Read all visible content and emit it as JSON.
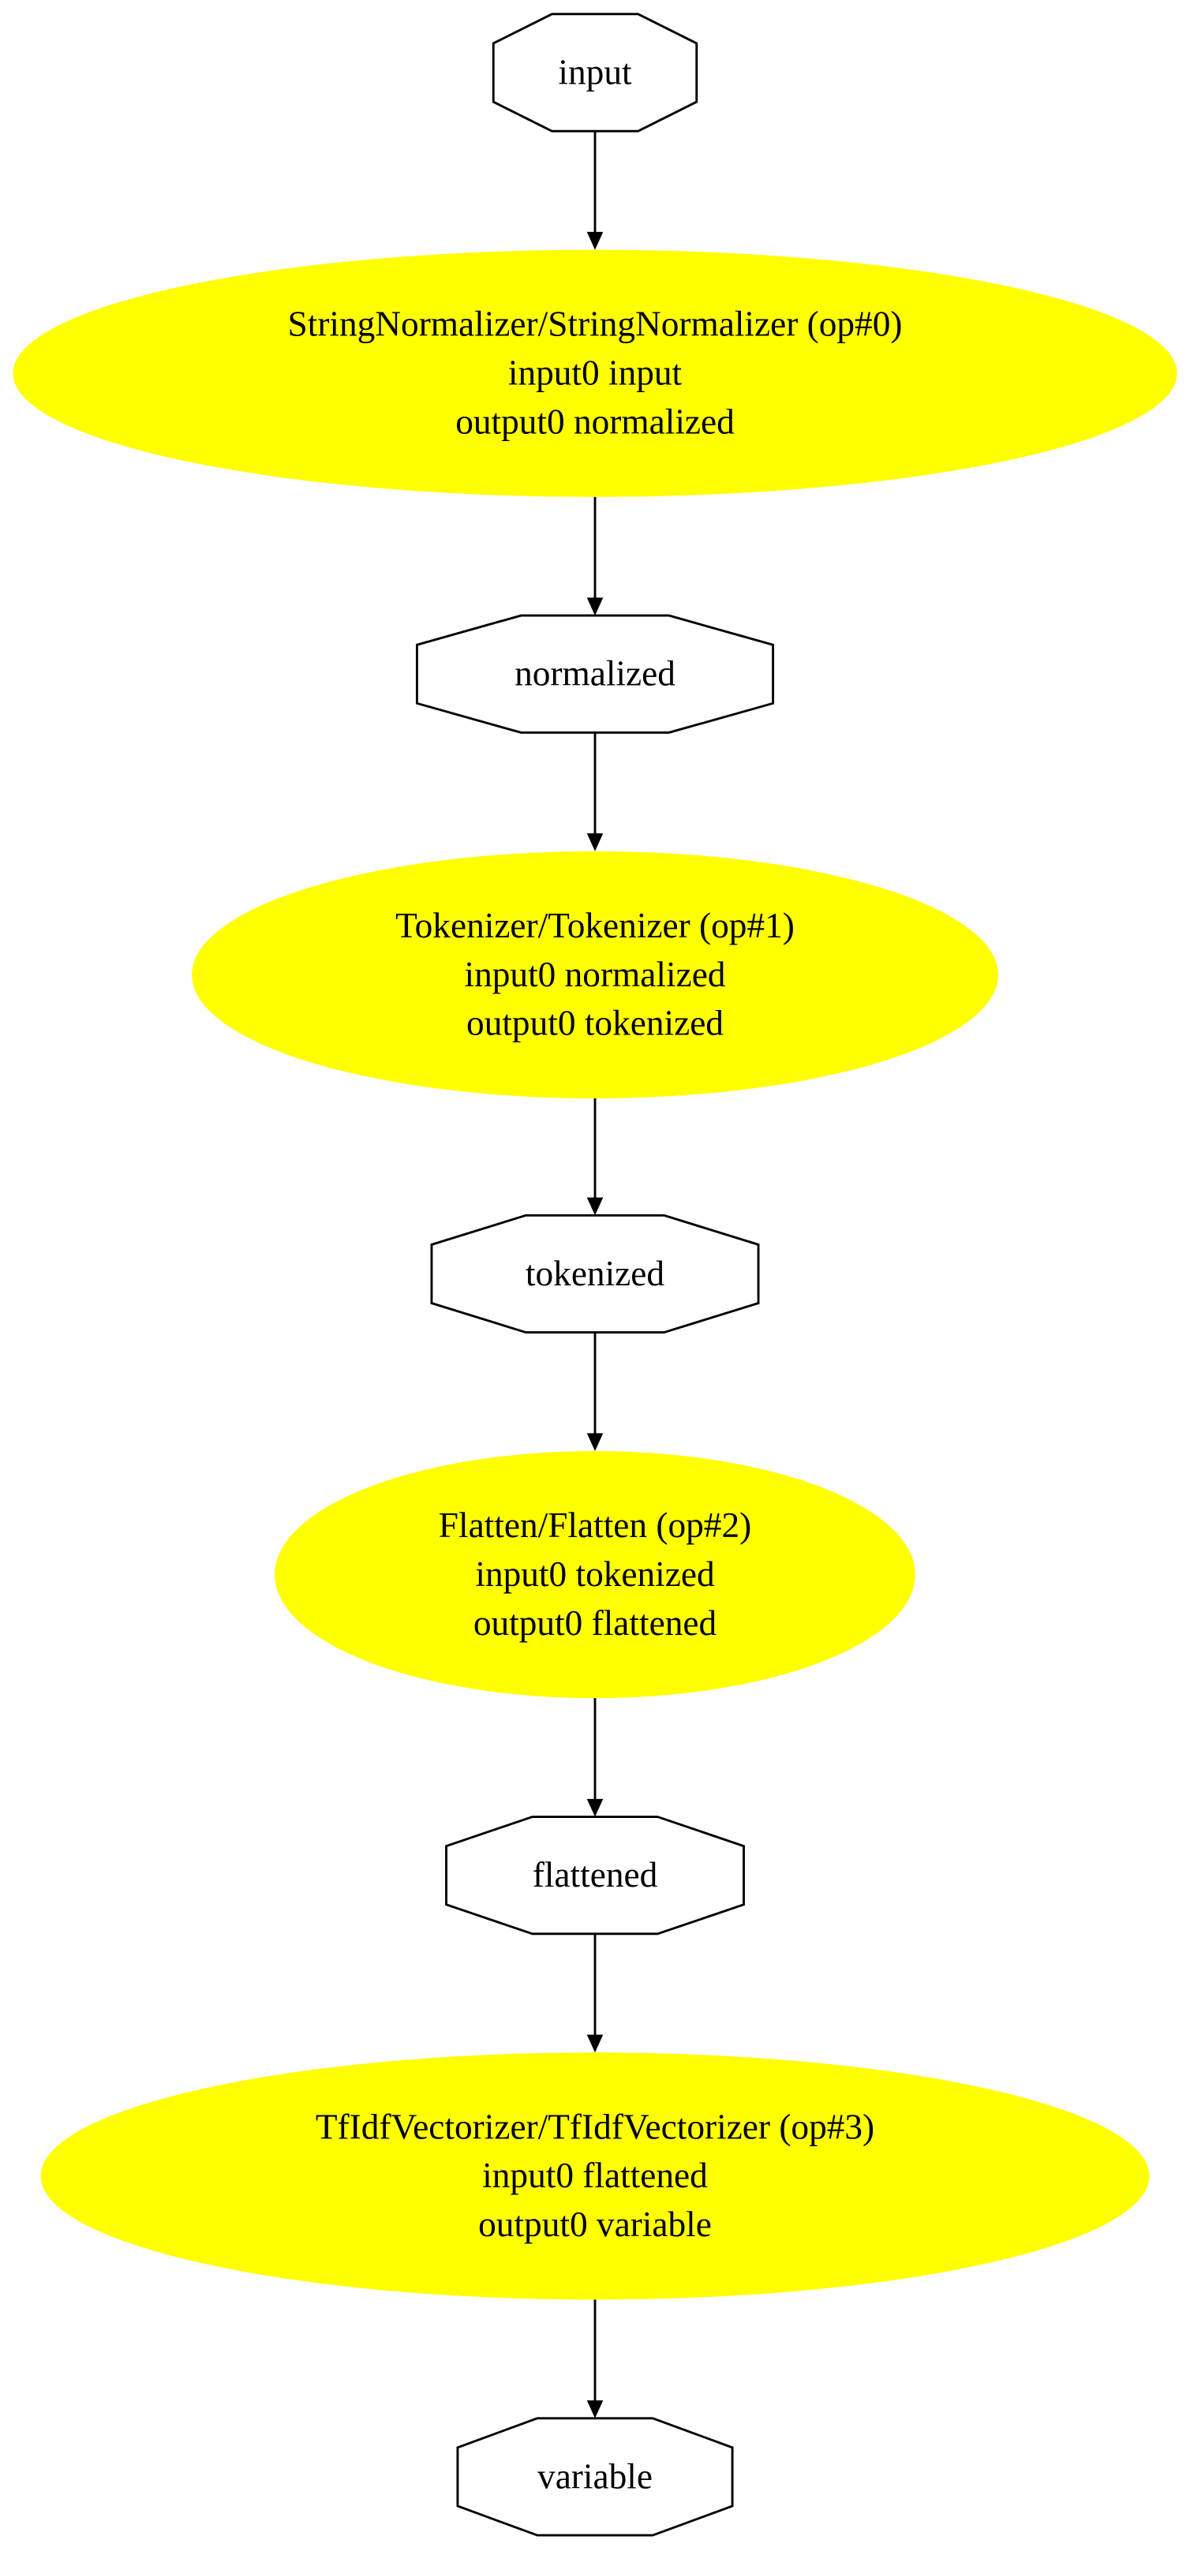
{
  "diagram": {
    "type": "onnx-graph",
    "colors": {
      "op_fill": "#ffff00",
      "stroke": "#000000",
      "background": "#ffffff"
    },
    "nodes": [
      {
        "id": "input",
        "kind": "tensor",
        "lines": [
          "input"
        ]
      },
      {
        "id": "op0",
        "kind": "op",
        "lines": [
          "StringNormalizer/StringNormalizer (op#0)",
          "input0 input",
          "output0 normalized"
        ]
      },
      {
        "id": "normalized",
        "kind": "tensor",
        "lines": [
          "normalized"
        ]
      },
      {
        "id": "op1",
        "kind": "op",
        "lines": [
          "Tokenizer/Tokenizer (op#1)",
          "input0 normalized",
          "output0 tokenized"
        ]
      },
      {
        "id": "tokenized",
        "kind": "tensor",
        "lines": [
          "tokenized"
        ]
      },
      {
        "id": "op2",
        "kind": "op",
        "lines": [
          "Flatten/Flatten (op#2)",
          "input0 tokenized",
          "output0 flattened"
        ]
      },
      {
        "id": "flattened",
        "kind": "tensor",
        "lines": [
          "flattened"
        ]
      },
      {
        "id": "op3",
        "kind": "op",
        "lines": [
          "TfIdfVectorizer/TfIdfVectorizer (op#3)",
          "input0 flattened",
          "output0 variable"
        ]
      },
      {
        "id": "variable",
        "kind": "tensor",
        "lines": [
          "variable"
        ]
      }
    ],
    "edges": [
      [
        "input",
        "op0"
      ],
      [
        "op0",
        "normalized"
      ],
      [
        "normalized",
        "op1"
      ],
      [
        "op1",
        "tokenized"
      ],
      [
        "tokenized",
        "op2"
      ],
      [
        "op2",
        "flattened"
      ],
      [
        "flattened",
        "op3"
      ],
      [
        "op3",
        "variable"
      ]
    ]
  }
}
